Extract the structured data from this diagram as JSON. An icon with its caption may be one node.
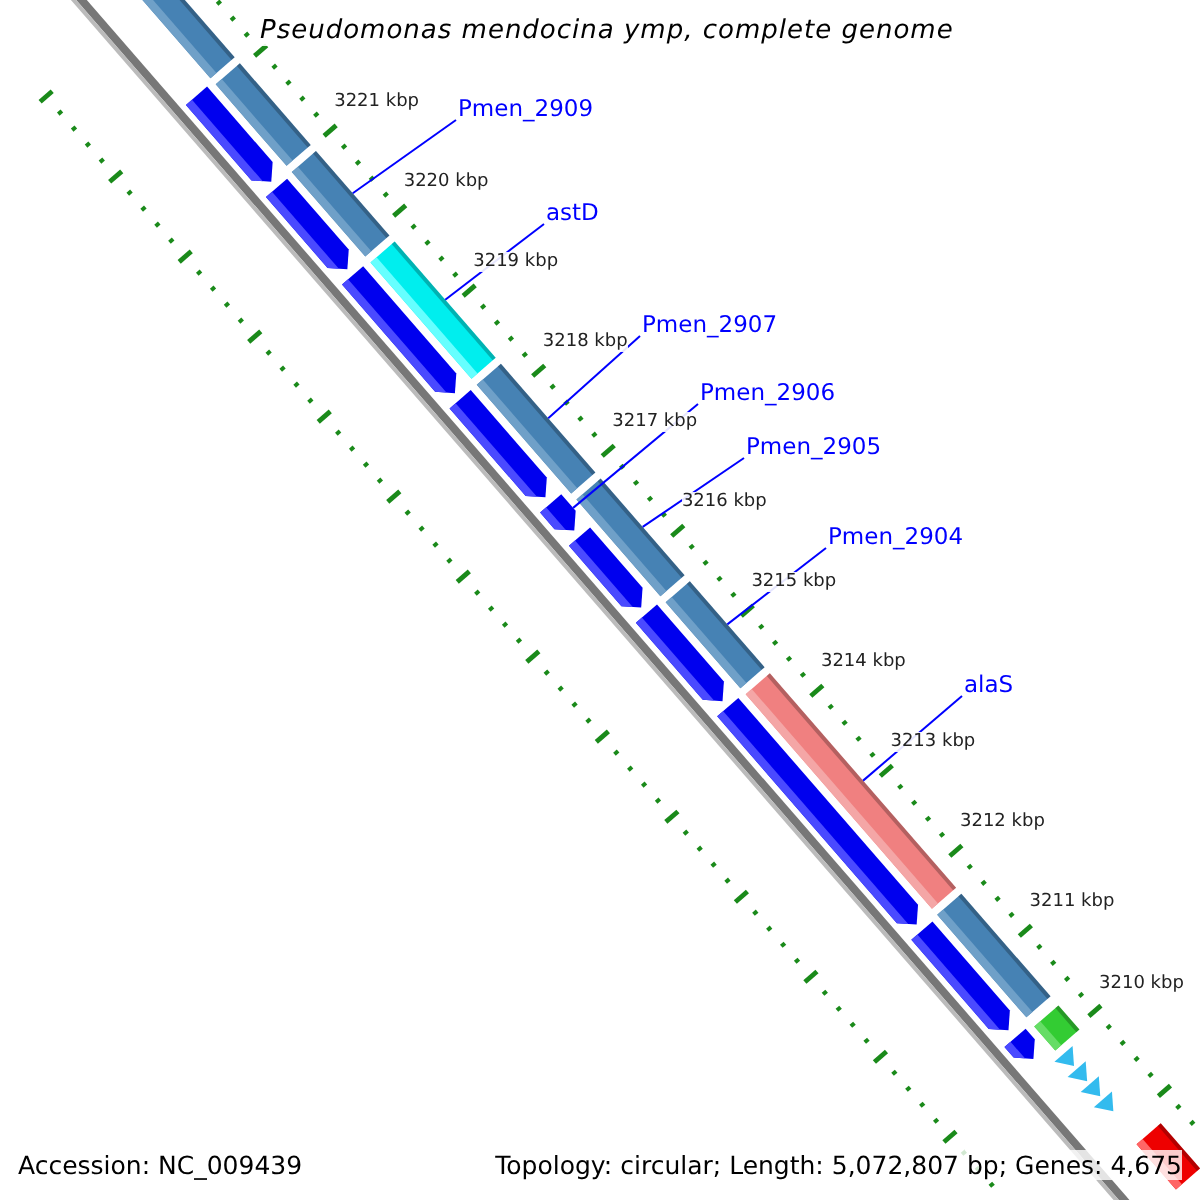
{
  "diagram": {
    "title": "Pseudomonas mendocina ymp, complete genome",
    "nodes": [
      {
        "text": [
          "Pmen_2909"
        ]
      },
      {
        "text": [
          "astD"
        ]
      },
      {
        "text": [
          "Pmen_2907"
        ]
      },
      {
        "text": [
          "Pmen_2906"
        ]
      },
      {
        "text": [
          "Pmen_2905"
        ]
      },
      {
        "text": [
          "Pmen_2904"
        ]
      },
      {
        "text": [
          "alaS"
        ]
      },
      {
        "text": [],
        "shape": "bar"
      },
      {
        "text": [],
        "shape": "pentagon"
      },
      {
        "text": [],
        "shape": "bar"
      },
      {
        "text": [],
        "shape": "bar"
      },
      {
        "text": [],
        "shape": "pentagon"
      },
      {
        "text": [],
        "shape": "pentagon"
      },
      {
        "text": [],
        "shape": "bar"
      },
      {
        "text": [],
        "shape": "bar"
      },
      {
        "text": [],
        "shape": "pentagon"
      },
      {
        "text": [],
        "shape": "pentagon"
      },
      {
        "text": [],
        "shape": "bar"
      },
      {
        "text": [],
        "shape": "pentagon"
      },
      {
        "text": [],
        "shape": "pentagon"
      },
      {
        "text": [],
        "shape": "bar"
      },
      {
        "text": [],
        "shape": "pentagon"
      },
      {
        "text": [],
        "shape": "bar"
      },
      {
        "text": [],
        "shape": "bar"
      },
      {
        "text": [],
        "shape": "pentagon"
      },
      {
        "text": [],
        "shape": "pentagon"
      },
      {
        "text": [],
        "shape": "bar"
      },
      {
        "text": [],
        "shape": "triangle"
      },
      {
        "text": [],
        "shape": "triangle"
      },
      {
        "text": [],
        "shape": "triangle"
      },
      {
        "text": [],
        "shape": "triangle"
      },
      {
        "text": [],
        "shape": "bar"
      }
    ],
    "edges": [
      {
        "from": 0,
        "to": 10,
        "arrow": "none"
      },
      {
        "from": 1,
        "to": 13,
        "arrow": "none"
      },
      {
        "from": 2,
        "to": 14,
        "arrow": "none"
      },
      {
        "from": 3,
        "to": 16,
        "arrow": "none"
      },
      {
        "from": 4,
        "to": 17,
        "arrow": "none"
      },
      {
        "from": 5,
        "to": 20,
        "arrow": "none"
      },
      {
        "from": 6,
        "to": 22,
        "arrow": "none"
      }
    ],
    "labels": [
      "3221 kbp",
      "3220 kbp",
      "3219 kbp",
      "3218 kbp",
      "3217 kbp",
      "3216 kbp",
      "3215 kbp",
      "3214 kbp",
      "3213 kbp",
      "3212 kbp",
      "3211 kbp",
      "3210 kbp",
      "Accession: NC_009439",
      "Topology: circular; Length: 5,072,807 bp; Genes: 4,675"
    ]
  }
}
